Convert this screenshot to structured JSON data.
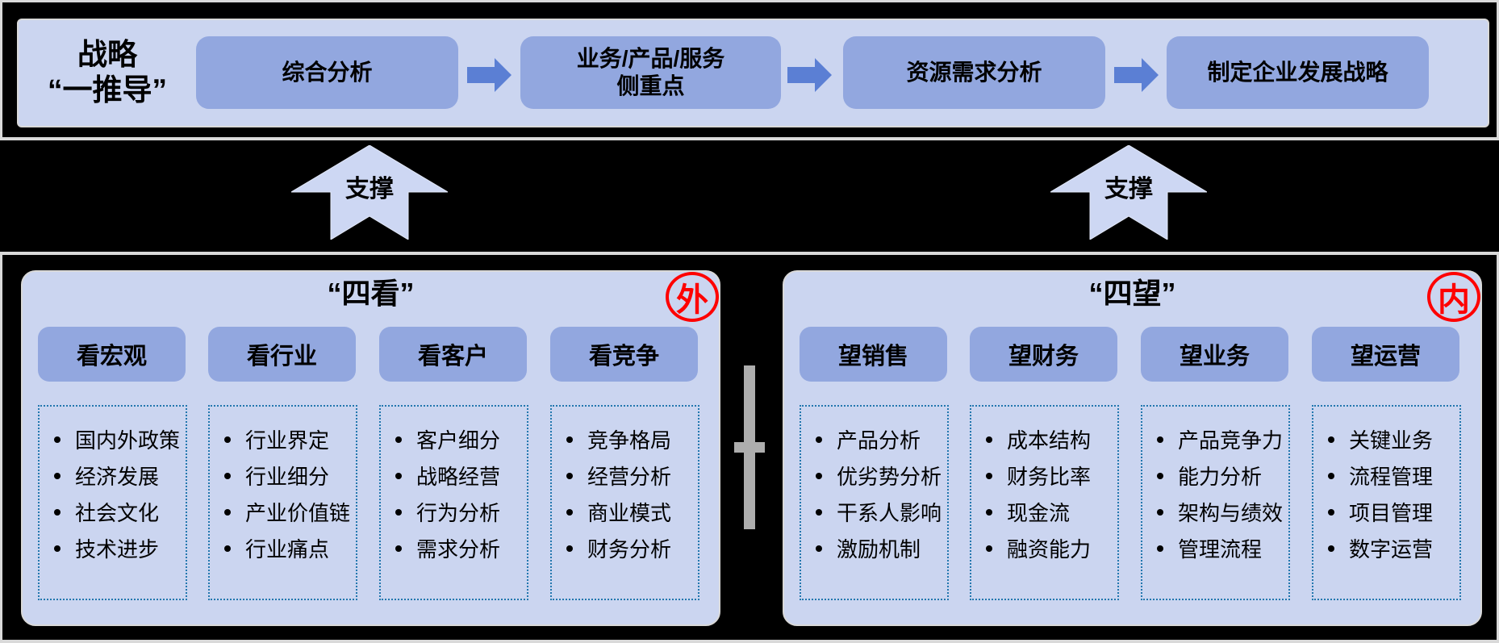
{
  "colors": {
    "background": "#000000",
    "frame_gray": "#d9d9d9",
    "band_fill": "#cbd5f0",
    "box_fill": "#92a7df",
    "flow_arrow_fill": "#5b7fd4",
    "support_arrow_fill": "#cdd7f3",
    "dashed_border": "#2277ae",
    "badge_red": "#fe0000",
    "plus_gray": "#adadad",
    "text": "#000000"
  },
  "top_flow": {
    "title": "战略\n“一推导”",
    "steps": [
      {
        "label": "综合分析"
      },
      {
        "label": "业务/产品/服务\n侧重点"
      },
      {
        "label": "资源需求分析"
      },
      {
        "label": "制定企业发展战略"
      }
    ]
  },
  "support_arrows": [
    {
      "label": "支撑"
    },
    {
      "label": "支撑"
    }
  ],
  "panels": [
    {
      "title": "“四看”",
      "badge": "外",
      "columns": [
        {
          "header": "看宏观",
          "items": [
            "国内外政策",
            "经济发展",
            "社会文化",
            "技术进步"
          ]
        },
        {
          "header": "看行业",
          "items": [
            "行业界定",
            "行业细分",
            "产业价值链",
            "行业痛点"
          ]
        },
        {
          "header": "看客户",
          "items": [
            "客户细分",
            "战略经营",
            "行为分析",
            "需求分析"
          ]
        },
        {
          "header": "看竞争",
          "items": [
            "竞争格局",
            "经营分析",
            "商业模式",
            "财务分析"
          ]
        }
      ]
    },
    {
      "title": "“四望”",
      "badge": "内",
      "columns": [
        {
          "header": "望销售",
          "items": [
            "产品分析",
            "优劣势分析",
            "干系人影响",
            "激励机制"
          ]
        },
        {
          "header": "望财务",
          "items": [
            "成本结构",
            "财务比率",
            "现金流",
            "融资能力"
          ]
        },
        {
          "header": "望业务",
          "items": [
            "产品竞争力",
            "能力分析",
            "架构与绩效",
            "管理流程"
          ]
        },
        {
          "header": "望运营",
          "items": [
            "关键业务",
            "流程管理",
            "项目管理",
            "数字运营"
          ]
        }
      ]
    }
  ]
}
